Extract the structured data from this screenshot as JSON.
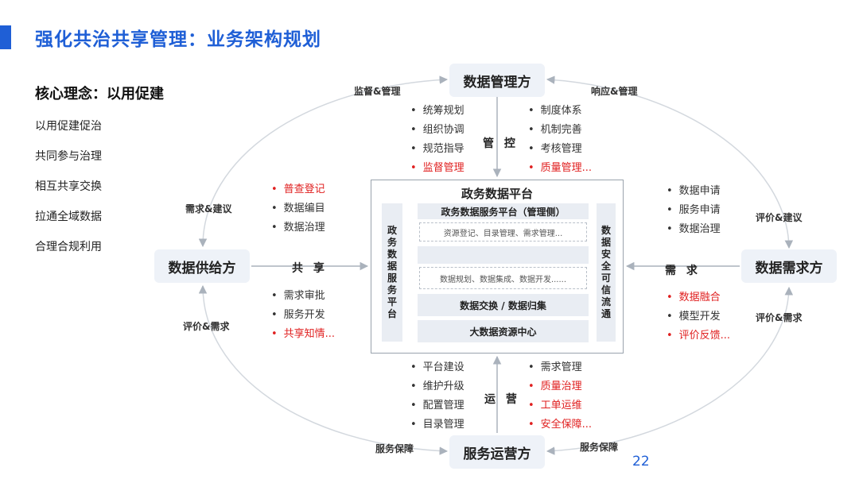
{
  "title": "强化共治共享管理：业务架构规划",
  "concept": {
    "heading": "核心理念：以用促建",
    "items": [
      "以用促建促治",
      "共同参与治理",
      "相互共享交换",
      "拉通全域数据",
      "合理合规利用"
    ]
  },
  "nodes": {
    "top": "数据管理方",
    "left": "数据供给方",
    "right": "数据需求方",
    "bottom": "服务运营方"
  },
  "edge_labels": {
    "top_left": "监督&管理",
    "top_right": "响应&管理",
    "left_upper": "需求&建议",
    "left_lower": "评价&需求",
    "right_upper": "评价&建议",
    "right_lower": "评价&需求",
    "bottom_left": "服务保障",
    "bottom_right": "服务保障"
  },
  "verbs": {
    "top": "管 控",
    "left": "共 享",
    "right": "需 求",
    "bottom": "运 营"
  },
  "lists": {
    "top_left": [
      {
        "text": "统筹规划",
        "red": false
      },
      {
        "text": "组织协调",
        "red": false
      },
      {
        "text": "规范指导",
        "red": false
      },
      {
        "text": "监督管理",
        "red": true
      }
    ],
    "top_right": [
      {
        "text": "制度体系",
        "red": false
      },
      {
        "text": "机制完善",
        "red": false
      },
      {
        "text": "考核管理",
        "red": false
      },
      {
        "text": "质量管理...",
        "red": true
      }
    ],
    "left_upper": [
      {
        "text": "普查登记",
        "red": true
      },
      {
        "text": "数据编目",
        "red": false
      },
      {
        "text": "数据治理",
        "red": false
      }
    ],
    "left_lower": [
      {
        "text": "需求审批",
        "red": false
      },
      {
        "text": "服务开发",
        "red": false
      },
      {
        "text": "共享知情...",
        "red": true
      }
    ],
    "right_upper": [
      {
        "text": "数据申请",
        "red": false
      },
      {
        "text": "服务申请",
        "red": false
      },
      {
        "text": "数据治理",
        "red": false
      }
    ],
    "right_lower": [
      {
        "text": "数据融合",
        "red": true
      },
      {
        "text": "模型开发",
        "red": false
      },
      {
        "text": "评价反馈...",
        "red": true
      }
    ],
    "bottom_left": [
      {
        "text": "平台建设",
        "red": false
      },
      {
        "text": "维护升级",
        "red": false
      },
      {
        "text": "配置管理",
        "red": false
      },
      {
        "text": "目录管理",
        "red": false
      }
    ],
    "bottom_right": [
      {
        "text": "需求管理",
        "red": false
      },
      {
        "text": "质量治理",
        "red": true
      },
      {
        "text": "工单运维",
        "red": true
      },
      {
        "text": "安全保障...",
        "red": true
      }
    ]
  },
  "platform": {
    "title": "政务数据平台",
    "left_column": "政务数据服务平台",
    "right_column": "数据安全可信流通",
    "service_header": "政务数据服务平台（管理侧）",
    "service_desc": "资源登记、目录管理、需求管理...",
    "blank_block": "",
    "dev_desc": "数据规划、数据集成、数据开发......",
    "exchange": "数据交换 / 数据归集",
    "resource_center": "大数据资源中心"
  },
  "page_number": "22"
}
